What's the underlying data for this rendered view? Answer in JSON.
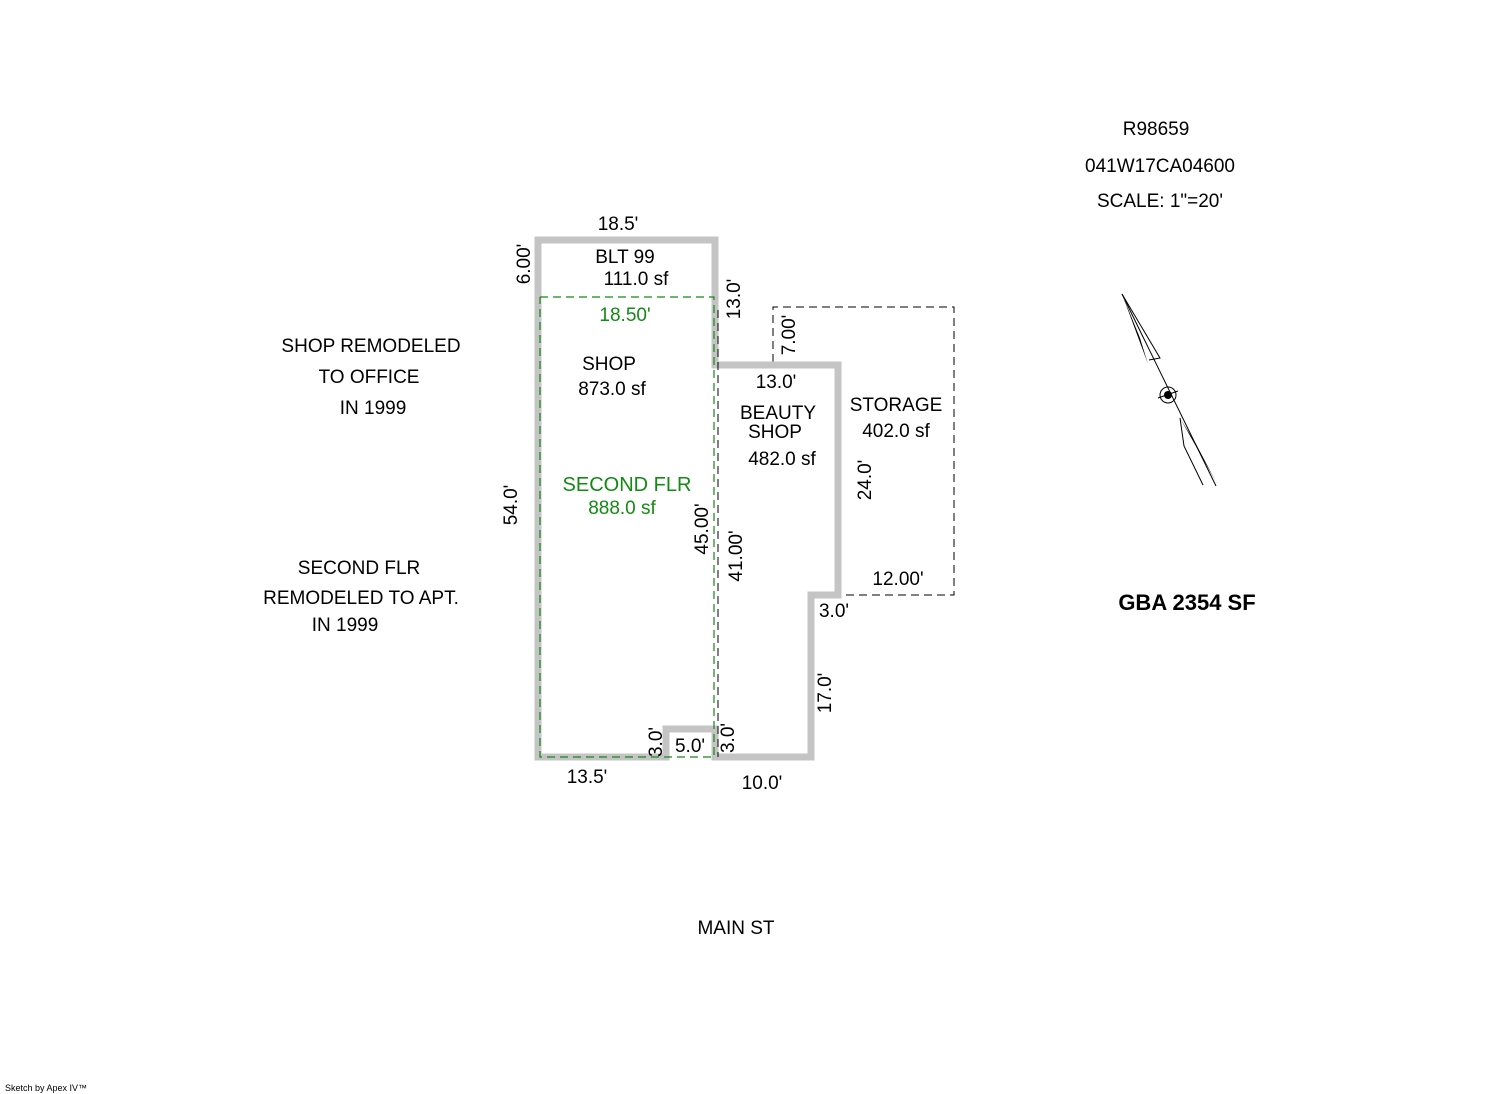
{
  "header": {
    "parcel_id": "R98659",
    "map_tax_lot": "041W17CA04600",
    "scale": "SCALE: 1\"=20'"
  },
  "compass": {
    "icon": "north-arrow-icon"
  },
  "gba": "GBA 2354 SF",
  "street": "MAIN ST",
  "footer": "Sketch by Apex IV™",
  "notes": {
    "shop_note": [
      "SHOP REMODELED",
      "TO OFFICE",
      "IN 1999"
    ],
    "second_floor_note": [
      "SECOND FLR",
      "REMODELED TO APT.",
      "IN 1999"
    ]
  },
  "areas": {
    "blt99": {
      "name": "BLT 99",
      "area": "111.0 sf"
    },
    "shop": {
      "name": "SHOP",
      "area": "873.0 sf"
    },
    "second_floor": {
      "name": "SECOND FLR",
      "area": "888.0 sf"
    },
    "beauty_shop": {
      "name_line1": "BEAUTY",
      "name_line2": "SHOP",
      "area": "482.0 sf"
    },
    "storage": {
      "name": "STORAGE",
      "area": "402.0 sf"
    }
  },
  "dimensions": {
    "blt_top": "18.5'",
    "blt_left": "6.00'",
    "right_upper": "13.0'",
    "second_floor_top": "18.50'",
    "left_main": "54.0'",
    "second_floor_right": "45.00'",
    "beauty_top": "13.0'",
    "beauty_left": "41.00'",
    "storage_top_left": "7.00'",
    "storage_left": "24.0'",
    "storage_bottom": "12.00'",
    "beauty_step": "3.0'",
    "beauty_right_lower": "17.0'",
    "bottom_left": "13.5'",
    "notch_left": "3.0'",
    "notch_width": "5.0'",
    "notch_right": "3.0'",
    "bottom_right": "10.0'"
  },
  "colors": {
    "wall": "#c4c4c4",
    "second_floor_outline": "#138a13",
    "text": "#000000"
  }
}
